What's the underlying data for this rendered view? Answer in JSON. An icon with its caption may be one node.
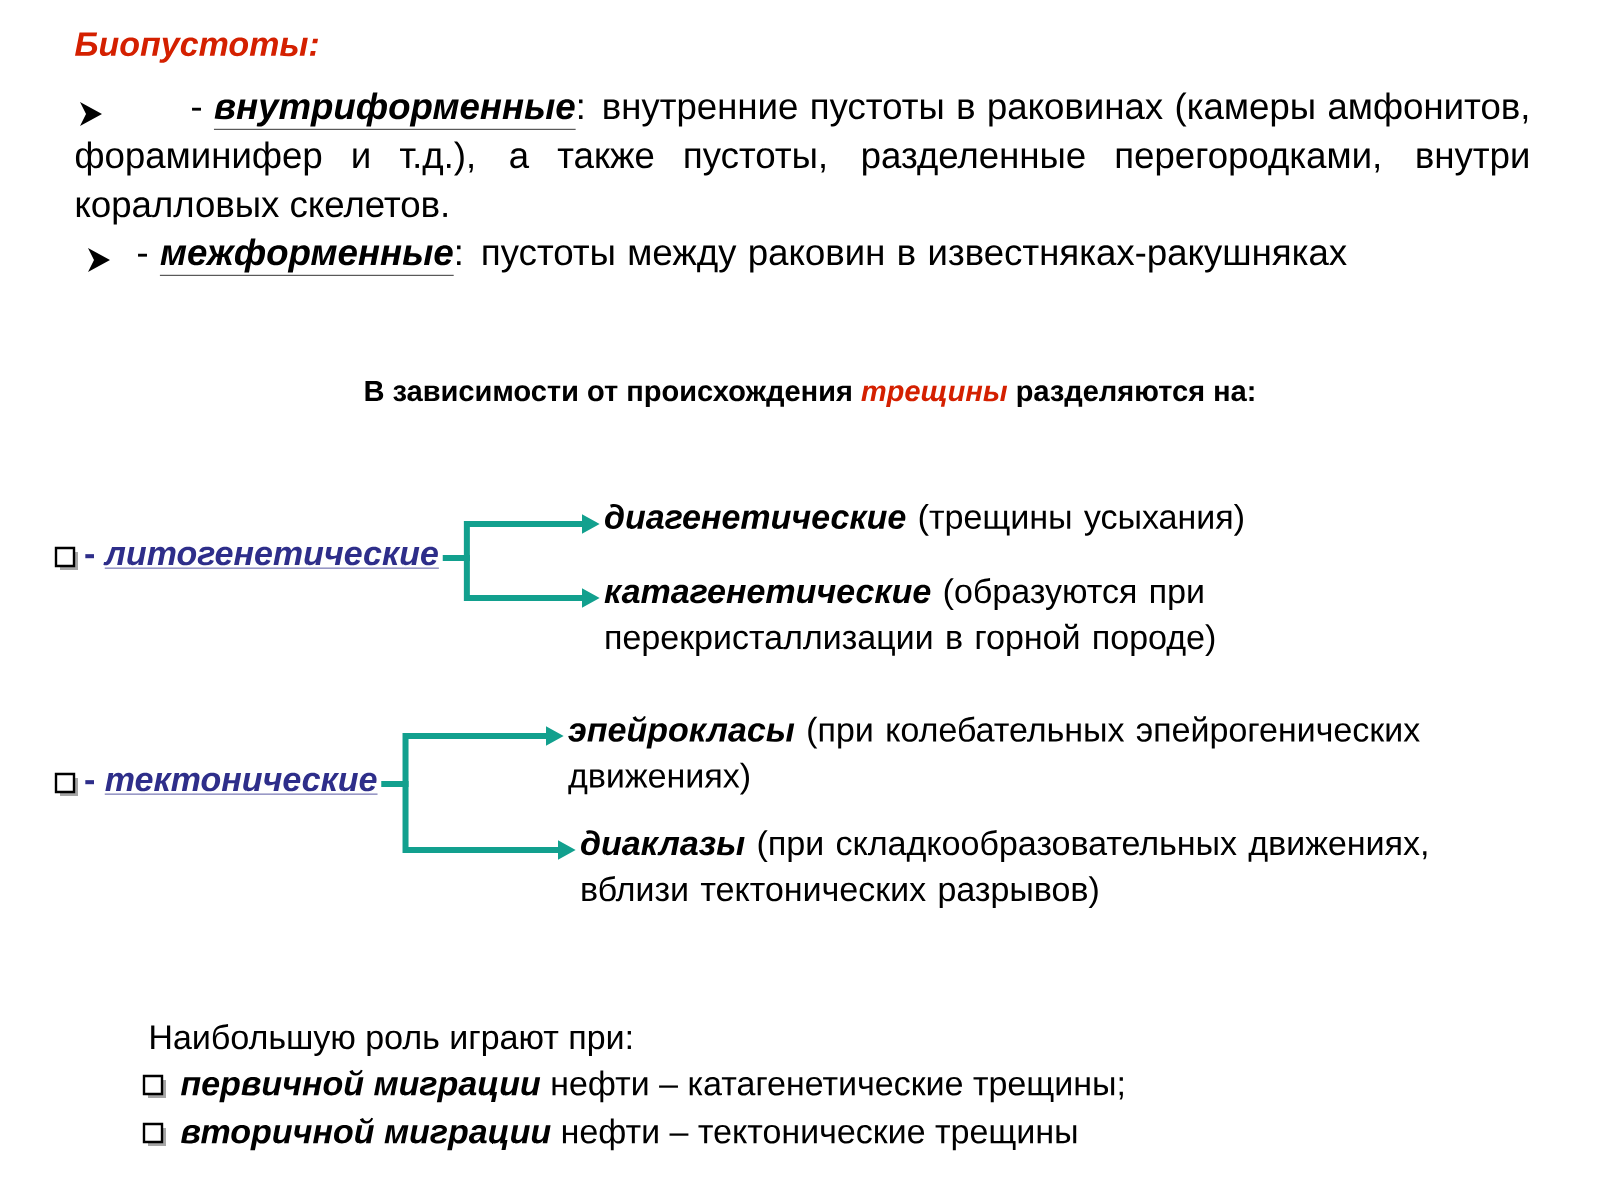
{
  "diagram": {
    "nodes": [
      {
        "text": [
          "- *литогенетические*"
        ]
      },
      {
        "text": [
          "*диагенетические* (трещины усыхания)"
        ]
      },
      {
        "text": [
          "*катагенетические* (образуются при перекристаллизации в горной породе)"
        ]
      },
      {
        "text": [
          "- *тектонические*"
        ]
      },
      {
        "text": [
          "*эпейрокласы* (при колебательных эпейрогенических движениях)"
        ]
      },
      {
        "text": [
          "*диаклазы* (при складкообразовательных движениях, вблизи тектонических разрывов)"
        ]
      }
    ],
    "edges": [
      {
        "from": 0,
        "to": 1,
        "arrow": "to"
      },
      {
        "from": 0,
        "to": 2,
        "arrow": "to"
      },
      {
        "from": 3,
        "to": 4,
        "arrow": "to"
      },
      {
        "from": 3,
        "to": 5,
        "arrow": "to"
      }
    ],
    "labels": [
      "Биопустоты:",
      "- *внутриформенные*: внутренние пустоты в раковинах (камеры амфонитов, фораминифер и т.д.), а также пустоты, разделенные перегородками, внутри коралловых скелетов.",
      "- *межформенные*: пустоты между раковин в известняках-ракушняках",
      "В зависимости от происхождения *трещины* разделяются на:",
      "Наибольшую роль играют при:",
      "*первичной миграции* нефти – катагенетические трещины;",
      "*вторичной миграции* нефти – тектонические трещины"
    ]
  }
}
